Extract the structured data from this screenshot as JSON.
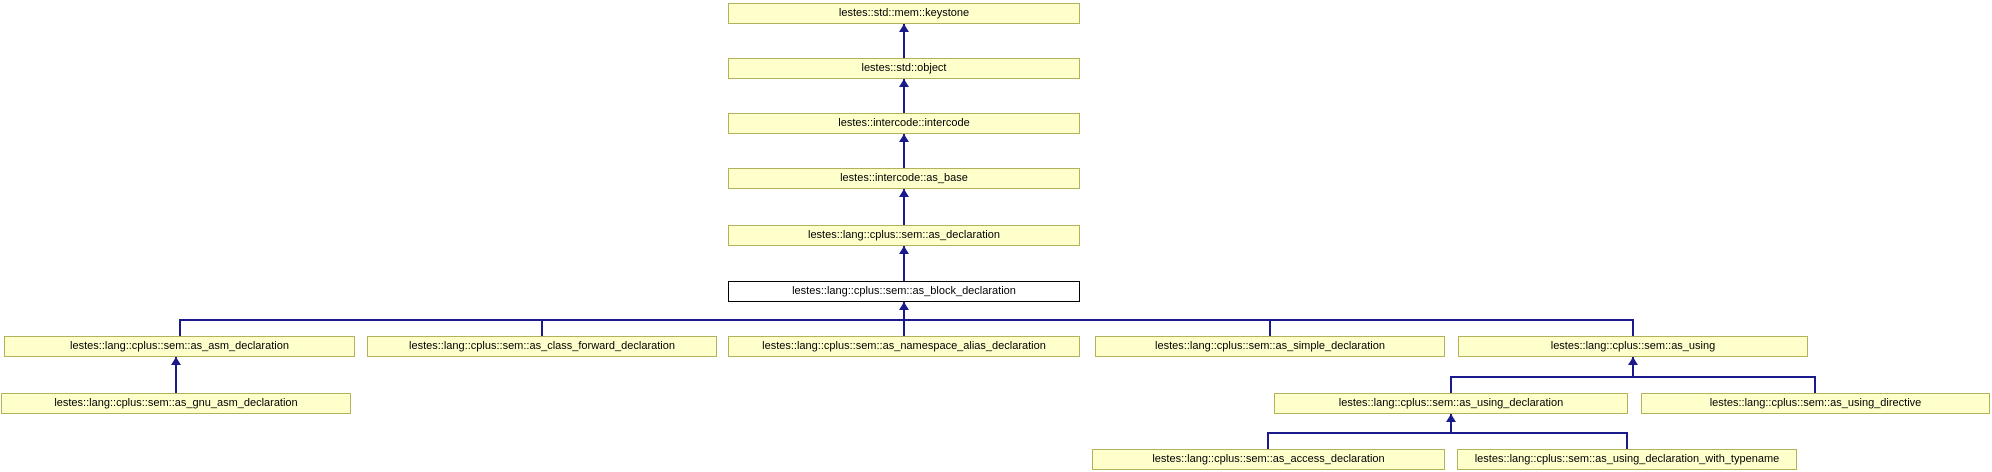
{
  "diagram": {
    "type": "class-inheritance-diagram",
    "current_class": "lestes::lang::cplus::sem::as_block_declaration",
    "colors": {
      "node_fill": "#ffffcc",
      "node_border": "#b2b25a",
      "current_node_fill": "#ffffff",
      "current_node_border": "#000000",
      "edge": "#1a1a8c",
      "text": "#000000",
      "background": "#ffffff"
    },
    "nodes": {
      "keystone": {
        "label": "lestes::std::mem::keystone"
      },
      "object": {
        "label": "lestes::std::object"
      },
      "intercode": {
        "label": "lestes::intercode::intercode"
      },
      "as_base": {
        "label": "lestes::intercode::as_base"
      },
      "as_declaration": {
        "label": "lestes::lang::cplus::sem::as_declaration"
      },
      "as_block_declaration": {
        "label": "lestes::lang::cplus::sem::as_block_declaration"
      },
      "as_asm_declaration": {
        "label": "lestes::lang::cplus::sem::as_asm_declaration"
      },
      "as_class_forward_declaration": {
        "label": "lestes::lang::cplus::sem::as_class_forward_declaration"
      },
      "as_namespace_alias_declaration": {
        "label": "lestes::lang::cplus::sem::as_namespace_alias_declaration"
      },
      "as_simple_declaration": {
        "label": "lestes::lang::cplus::sem::as_simple_declaration"
      },
      "as_using": {
        "label": "lestes::lang::cplus::sem::as_using"
      },
      "as_gnu_asm_declaration": {
        "label": "lestes::lang::cplus::sem::as_gnu_asm_declaration"
      },
      "as_using_declaration": {
        "label": "lestes::lang::cplus::sem::as_using_declaration"
      },
      "as_using_directive": {
        "label": "lestes::lang::cplus::sem::as_using_directive"
      },
      "as_access_declaration": {
        "label": "lestes::lang::cplus::sem::as_access_declaration"
      },
      "as_using_declaration_with_typename": {
        "label": "lestes::lang::cplus::sem::as_using_declaration_with_typename"
      }
    },
    "edges": [
      {
        "child": "lestes::std::object",
        "parent": "lestes::std::mem::keystone"
      },
      {
        "child": "lestes::intercode::intercode",
        "parent": "lestes::std::object"
      },
      {
        "child": "lestes::intercode::as_base",
        "parent": "lestes::intercode::intercode"
      },
      {
        "child": "lestes::lang::cplus::sem::as_declaration",
        "parent": "lestes::intercode::as_base"
      },
      {
        "child": "lestes::lang::cplus::sem::as_block_declaration",
        "parent": "lestes::lang::cplus::sem::as_declaration"
      },
      {
        "child": "lestes::lang::cplus::sem::as_asm_declaration",
        "parent": "lestes::lang::cplus::sem::as_block_declaration"
      },
      {
        "child": "lestes::lang::cplus::sem::as_class_forward_declaration",
        "parent": "lestes::lang::cplus::sem::as_block_declaration"
      },
      {
        "child": "lestes::lang::cplus::sem::as_namespace_alias_declaration",
        "parent": "lestes::lang::cplus::sem::as_block_declaration"
      },
      {
        "child": "lestes::lang::cplus::sem::as_simple_declaration",
        "parent": "lestes::lang::cplus::sem::as_block_declaration"
      },
      {
        "child": "lestes::lang::cplus::sem::as_using",
        "parent": "lestes::lang::cplus::sem::as_block_declaration"
      },
      {
        "child": "lestes::lang::cplus::sem::as_gnu_asm_declaration",
        "parent": "lestes::lang::cplus::sem::as_asm_declaration"
      },
      {
        "child": "lestes::lang::cplus::sem::as_using_declaration",
        "parent": "lestes::lang::cplus::sem::as_using"
      },
      {
        "child": "lestes::lang::cplus::sem::as_using_directive",
        "parent": "lestes::lang::cplus::sem::as_using"
      },
      {
        "child": "lestes::lang::cplus::sem::as_access_declaration",
        "parent": "lestes::lang::cplus::sem::as_using_declaration"
      },
      {
        "child": "lestes::lang::cplus::sem::as_using_declaration_with_typename",
        "parent": "lestes::lang::cplus::sem::as_using_declaration"
      }
    ]
  }
}
